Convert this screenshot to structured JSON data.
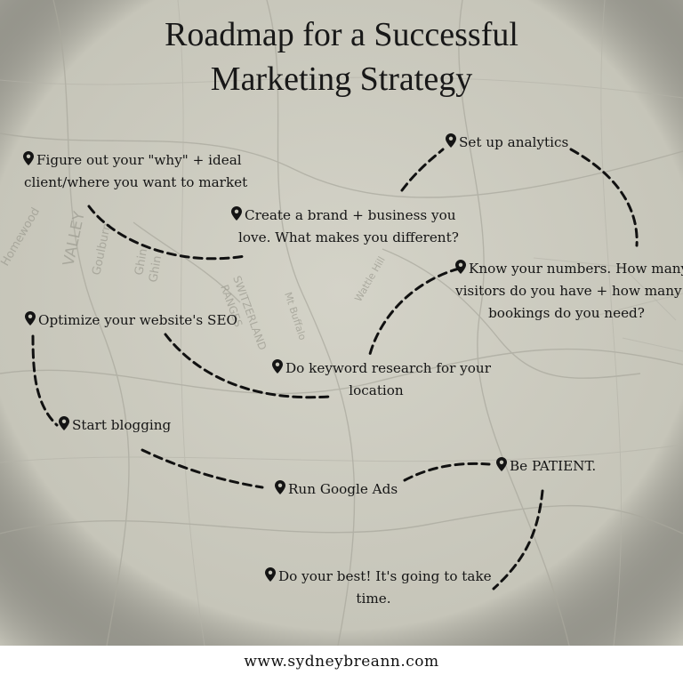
{
  "title": {
    "line1": "Roadmap for a Successful",
    "line2": "Marketing Strategy"
  },
  "map_labels": [
    "Homewood",
    "VALLEY",
    "Goulburn",
    "Ghin",
    "Ghin",
    "SWITZERLAND",
    "RANGES",
    "Mt Buffalo",
    "Wattle Hill"
  ],
  "steps": [
    {
      "lines": [
        "Figure out your \"why\" + ideal",
        "client/where you want to market"
      ]
    },
    {
      "lines": [
        "Set up analytics"
      ]
    },
    {
      "lines": [
        "Create a brand + business you",
        "love. What makes you different?"
      ]
    },
    {
      "lines": [
        "Know your numbers. How many",
        "visitors do you have + how many",
        "bookings do you need?"
      ]
    },
    {
      "lines": [
        "Optimize your website's SEO"
      ]
    },
    {
      "lines": [
        "Do keyword research for your",
        "location"
      ]
    },
    {
      "lines": [
        "Start blogging"
      ]
    },
    {
      "lines": [
        "Be PATIENT."
      ]
    },
    {
      "lines": [
        "Run Google Ads"
      ]
    },
    {
      "lines": [
        "Do your best! It's going to take",
        "time."
      ]
    }
  ],
  "footer": {
    "url": "www.sydneybreann.com"
  },
  "colors": {
    "background": "#c9c8bc",
    "ink": "#151515",
    "footer_bg": "#ffffff"
  },
  "icons": {
    "pin": "map-pin-icon"
  }
}
